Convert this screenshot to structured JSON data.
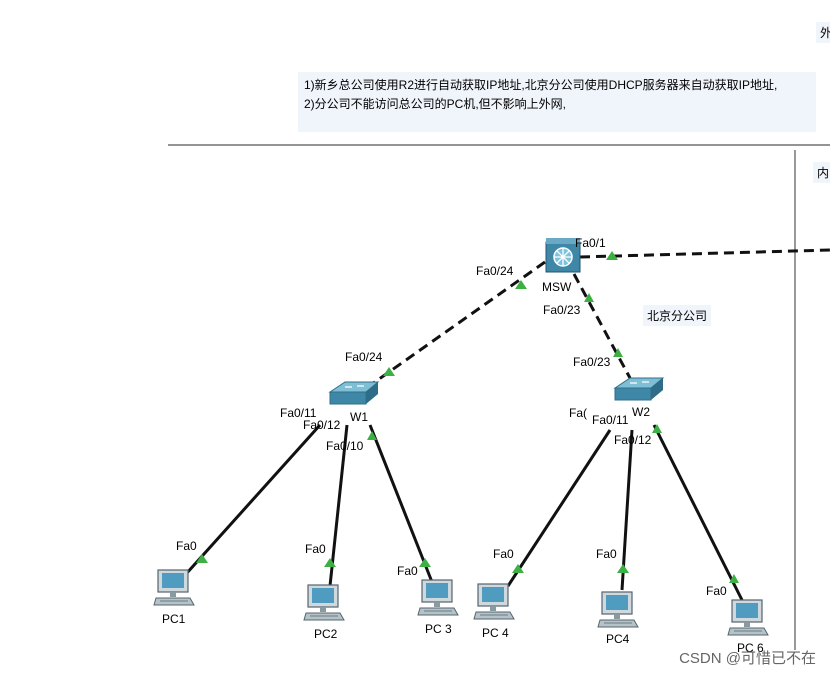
{
  "note": {
    "line1": "1)新乡总公司使用R2进行自动获取IP地址,北京分公司使用DHCP服务器来自动获取IP地址,",
    "line2": "2)分公司不能访问总公司的PC机,但不影响上外网,"
  },
  "zones": {
    "outer": "外",
    "inner": "内",
    "beijing": "北京分公司"
  },
  "devices": {
    "msw": "MSW",
    "sw1": "W1",
    "sw2": "W2",
    "pcs": [
      "PC1",
      "PC2",
      "PC 3",
      "PC 4",
      "PC4",
      "PC 6"
    ]
  },
  "ports": {
    "msw_fa01": "Fa0/1",
    "msw_fa024": "Fa0/24",
    "msw_fa023": "Fa0/23",
    "sw1_fa024": "Fa0/24",
    "sw1_fa011": "Fa0/11",
    "sw1_fa012": "Fa0/12",
    "sw1_fa010": "Fa0/10",
    "sw2_fa023": "Fa0/23",
    "sw2_fa0_partial": "Fa(",
    "sw2_fa011": "Fa0/11",
    "sw2_fa012": "Fa0/12",
    "pc_fa0": "Fa0"
  },
  "watermark": "CSDN @可惜已不在",
  "colors": {
    "link": "#000000",
    "port_up": "#3cb043",
    "switch": "#3f87a6",
    "note_bg": "#f0f4fb"
  }
}
